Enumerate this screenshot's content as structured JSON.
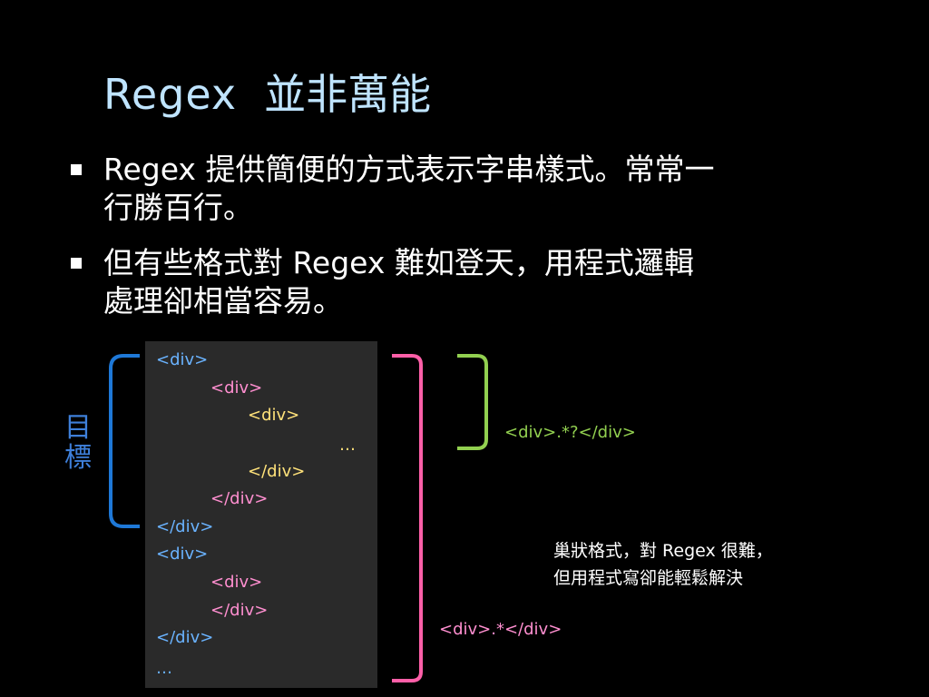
{
  "slide": {
    "title_word": "Regex",
    "title_rest": "並非萬能",
    "bullets": [
      {
        "line1": "Regex 提供簡便的方式表示字串樣式。常常一",
        "line2": "行勝百行。"
      },
      {
        "line1": "但有些格式對 Regex 難如登天，用程式邏輯",
        "line2": "處理卻相當容易。"
      }
    ],
    "code_lines": [
      {
        "text": "<div>"
      },
      {
        "text": "<div>"
      },
      {
        "text": "<div>"
      },
      {
        "text": "…"
      },
      {
        "text": "</div>"
      },
      {
        "text": "</div>"
      },
      {
        "text": "</div>"
      },
      {
        "text": "<div>"
      },
      {
        "text": "<div>"
      },
      {
        "text": "</div>"
      },
      {
        "text": "</div>"
      },
      {
        "text": "…"
      }
    ],
    "target_label": {
      "char1": "目",
      "char2": "標"
    },
    "lazy_regex_label": "<div>.*?</div>",
    "greedy_regex_label": "<div>.*</div>",
    "note": {
      "line1": "巢狀格式，對 Regex 很難，",
      "line2": "但用程式寫卻能輕鬆解決"
    },
    "colors": {
      "title": "#bfe4ff",
      "target_blue": "#1e78d7",
      "green": "#92d050",
      "pink": "#ff5fa8"
    }
  }
}
